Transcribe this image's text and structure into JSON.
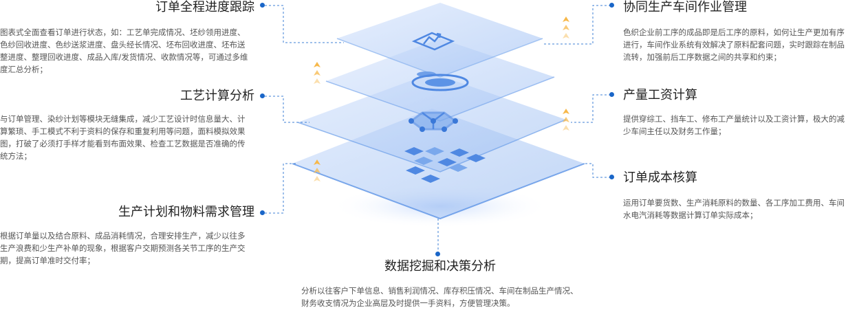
{
  "features": [
    {
      "id": "order-progress",
      "title": "订单全程进度跟踪",
      "description": "图表式全面查看订单进行状态，如：工艺单完成情况、坯纱领用进度、色纱回收进度、色纱送浆进度、盘头经长情况、坯布回收进度、坯布送整进度、整理回收进度、成品入库/发货情况、收款情况等，可通过多维度汇总分析；"
    },
    {
      "id": "process-calc",
      "title": "工艺计算分析",
      "description": "与订单管理、染纱计划等模块无缝集成，减少工艺设计时信息量大、计算繁琐、手工模式不利于资料的保存和重复利用等问题，面料模拟效果图，打破了必须打手样才能看到布面效果、检查工艺数据是否准确的传统方法；"
    },
    {
      "id": "production-plan",
      "title": "生产计划和物料需求管理",
      "description": "根据订单量以及结合原料、成品消耗情况，合理安排生产，减少以往多生产浪费和少生产补单的现象，根据客户交期预测各关节工序的生产交期，提高订单准时交付率；"
    },
    {
      "id": "workshop-collab",
      "title": "协同生产车间作业管理",
      "description": "色织企业前工序的成品即是后工序的原料，如何让生产更加有序进行，车间作业系统有效解决了原料配套问题，实时跟踪在制品流转，加强前后工序数据之间的共享和约束；"
    },
    {
      "id": "wage-calc",
      "title": "产量工资计算",
      "description": "提供穿综工、挡车工、修布工产量统计以及工资计算，极大的减少车间主任以及财务工作量；"
    },
    {
      "id": "order-cost",
      "title": "订单成本核算",
      "description": "运用订单要货数、生产消耗原料的数量、各工序加工费用、车间水电汽消耗等数据计算订单实际成本；"
    },
    {
      "id": "data-mining",
      "title": "数据挖掘和决策分析",
      "description": "分析以往客户下单信息、销售利润情况、库存积压情况、车间在制品生产情况、财务收支情况为企业高层及时提供一手资料，方便管理决策。"
    }
  ],
  "icons": [
    "chart-icon",
    "database-icon",
    "network-icon",
    "grid-icon",
    "up-arrows-icon"
  ],
  "colors": {
    "accent": "#1a66c8",
    "layer": "#a9c8f5",
    "arrow": "#f7b84a",
    "connector": "#3d7fd6"
  }
}
